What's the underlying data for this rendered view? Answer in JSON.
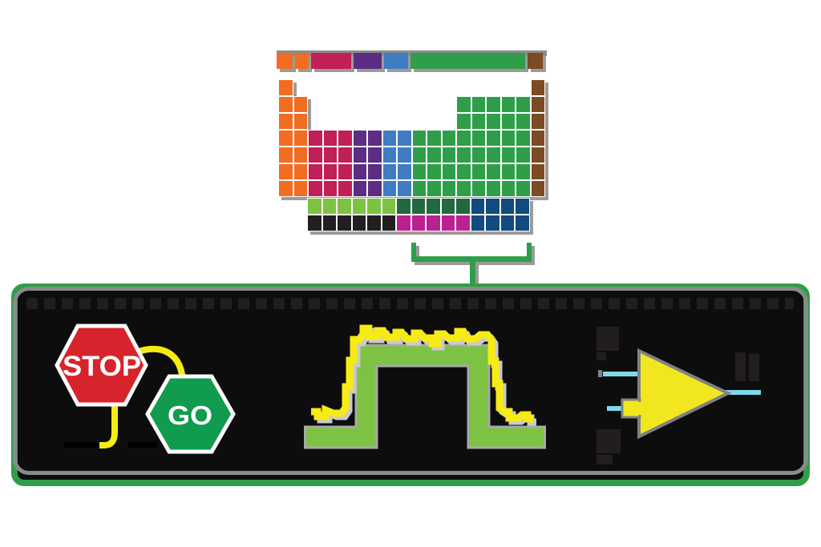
{
  "figure": {
    "description_labels": {
      "stop_label": "STOP",
      "go_label": "GO"
    }
  },
  "palette": {
    "orange": "#F26C21",
    "crimson": "#C02057",
    "purple": "#5C2D83",
    "blue": "#3E7DC1",
    "green": "#2F9E49",
    "brown": "#7C4B24",
    "lime": "#7DC242",
    "forest": "#226940",
    "navy": "#114B7F",
    "coal": "#231F20",
    "magenta": "#BB2092",
    "bracket": "#2F9E49",
    "red": "#D7242C",
    "gosign": "#119B4E",
    "yellow": "#F7EB14",
    "amber": "#F2E71F",
    "cyan": "#7FD9EB",
    "outline": "#A7A9AA",
    "ampline": "#808285",
    "ghost": "#221E1F",
    "dash": "#000000",
    "shadow": "#9B9B9B",
    "lightshadow": "#C9CACC",
    "panelbg": "#0D0D0D",
    "panelborder": "#2F9E49"
  },
  "legend": {
    "segments": [
      {
        "color": "orange",
        "width": 20
      },
      {
        "color": "orange",
        "width": 17
      },
      {
        "color": "crimson",
        "width": 50
      },
      {
        "color": "purple",
        "width": 35
      },
      {
        "color": "blue",
        "width": 30
      },
      {
        "color": "green",
        "width": 143
      },
      {
        "color": "brown",
        "width": 19
      }
    ]
  },
  "periodic_table": {
    "columns": 18,
    "rows": [
      [
        "orange",
        "",
        "",
        "",
        "",
        "",
        "",
        "",
        "",
        "",
        "",
        "",
        "",
        "",
        "",
        "",
        "",
        "brown"
      ],
      [
        "orange",
        "orange",
        "",
        "",
        "",
        "",
        "",
        "",
        "",
        "",
        "",
        "",
        "green",
        "green",
        "green",
        "green",
        "green",
        "brown"
      ],
      [
        "orange",
        "orange",
        "",
        "",
        "",
        "",
        "",
        "",
        "",
        "",
        "",
        "",
        "green",
        "green",
        "green",
        "green",
        "green",
        "brown"
      ],
      [
        "orange",
        "orange",
        "crimson",
        "crimson",
        "crimson",
        "purple",
        "purple",
        "blue",
        "blue",
        "green",
        "green",
        "green",
        "green",
        "green",
        "green",
        "green",
        "green",
        "brown"
      ],
      [
        "orange",
        "orange",
        "crimson",
        "crimson",
        "crimson",
        "purple",
        "purple",
        "blue",
        "blue",
        "green",
        "green",
        "green",
        "green",
        "green",
        "green",
        "green",
        "green",
        "brown"
      ],
      [
        "orange",
        "orange",
        "crimson",
        "crimson",
        "crimson",
        "purple",
        "purple",
        "blue",
        "blue",
        "green",
        "green",
        "green",
        "green",
        "green",
        "green",
        "green",
        "green",
        "brown"
      ],
      [
        "orange",
        "orange",
        "crimson",
        "crimson",
        "crimson",
        "purple",
        "purple",
        "blue",
        "blue",
        "green",
        "green",
        "green",
        "green",
        "green",
        "green",
        "green",
        "green",
        "brown"
      ]
    ],
    "detached_rows": [
      [
        "lime",
        "lime",
        "lime",
        "lime",
        "lime",
        "lime",
        "forest",
        "forest",
        "forest",
        "forest",
        "forest",
        "navy",
        "navy",
        "navy",
        "navy"
      ],
      [
        "coal",
        "coal",
        "coal",
        "coal",
        "coal",
        "coal",
        "magenta",
        "magenta",
        "magenta",
        "magenta",
        "magenta",
        "navy",
        "navy",
        "navy",
        "navy"
      ]
    ]
  }
}
